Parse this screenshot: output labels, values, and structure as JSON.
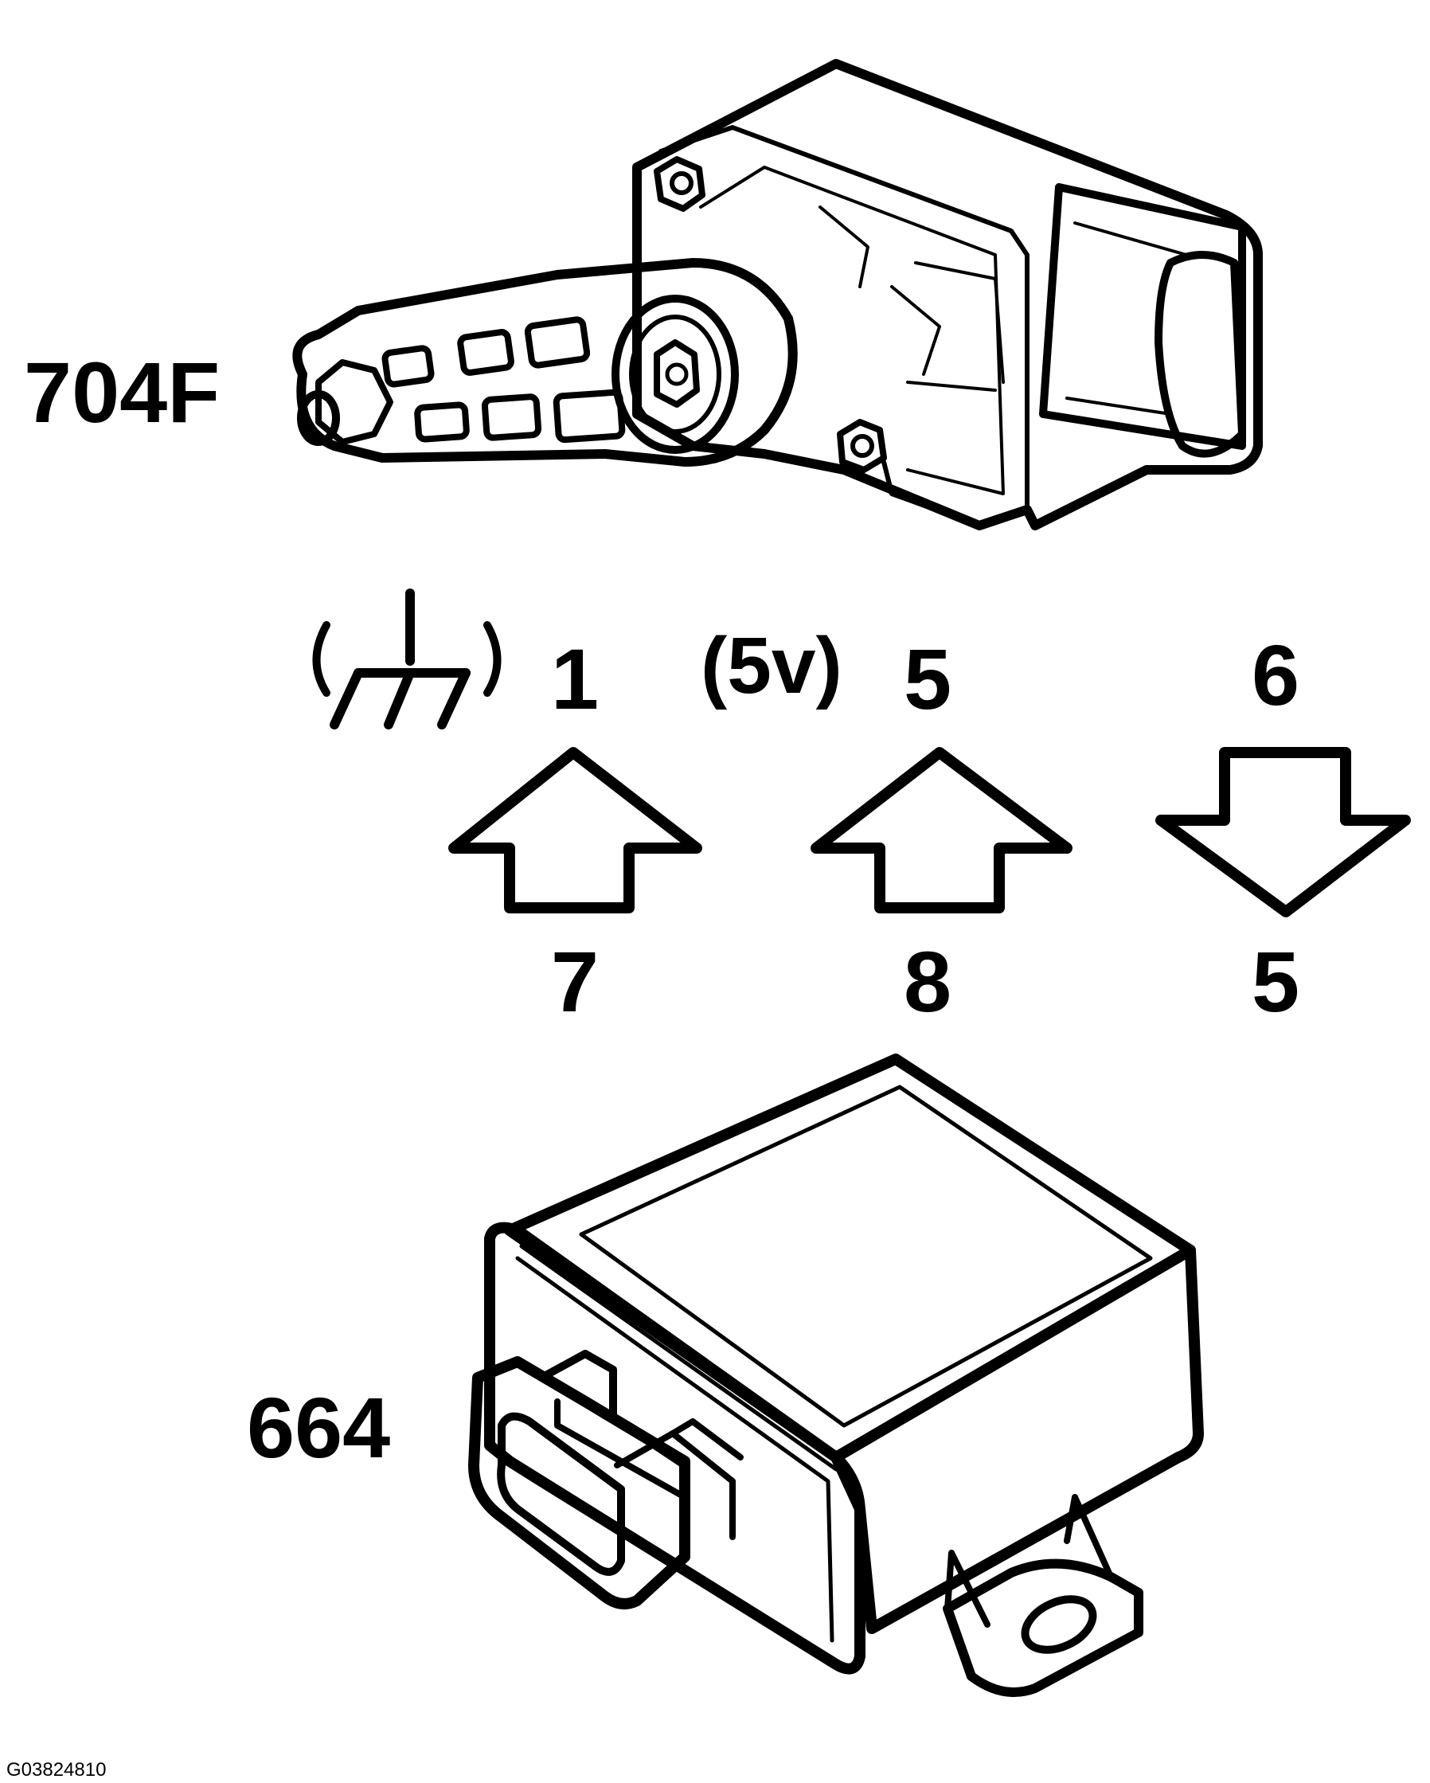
{
  "components": {
    "sensor": {
      "label": "704F",
      "icon": "height-sensor-icon"
    },
    "module": {
      "label": "664",
      "icon": "control-module-icon"
    }
  },
  "signals": [
    {
      "top_label": "1",
      "prefix": "ground-symbol",
      "bottom_label": "7",
      "arrow": "up"
    },
    {
      "top_label": "5",
      "prefix": "(5v)",
      "bottom_label": "8",
      "arrow": "up"
    },
    {
      "top_label": "6",
      "prefix": "",
      "bottom_label": "5",
      "arrow": "down"
    }
  ],
  "figure_id": "G03824810"
}
